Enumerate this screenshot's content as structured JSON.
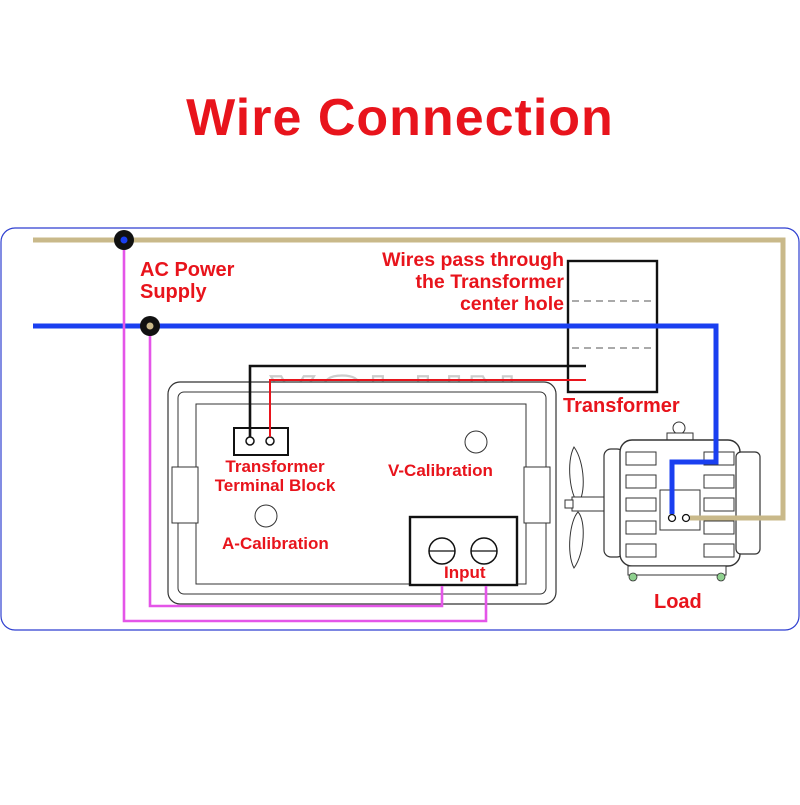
{
  "title": "Wire Connection",
  "watermark": "YSLUN",
  "labels": {
    "ac_power_supply_line1": "AC Power",
    "ac_power_supply_line2": "Supply",
    "wires_pass_line1": "Wires pass through",
    "wires_pass_line2": "the Transformer",
    "wires_pass_line3": "center hole",
    "transformer": "Transformer",
    "terminal_block_line1": "Transformer",
    "terminal_block_line2": "Terminal Block",
    "v_calibration": "V-Calibration",
    "a_calibration": "A-Calibration",
    "input": "Input",
    "load": "Load"
  },
  "colors": {
    "title": "#e8141c",
    "label": "#e8141c",
    "live_wire": "#c9b98a",
    "neutral_wire": "#1a3ff0",
    "input_wire": "#e455e8",
    "signal_black": "#111111",
    "signal_red": "#e8141c",
    "frame": "#2e3fd0",
    "watermark": "#c8c8c8"
  }
}
